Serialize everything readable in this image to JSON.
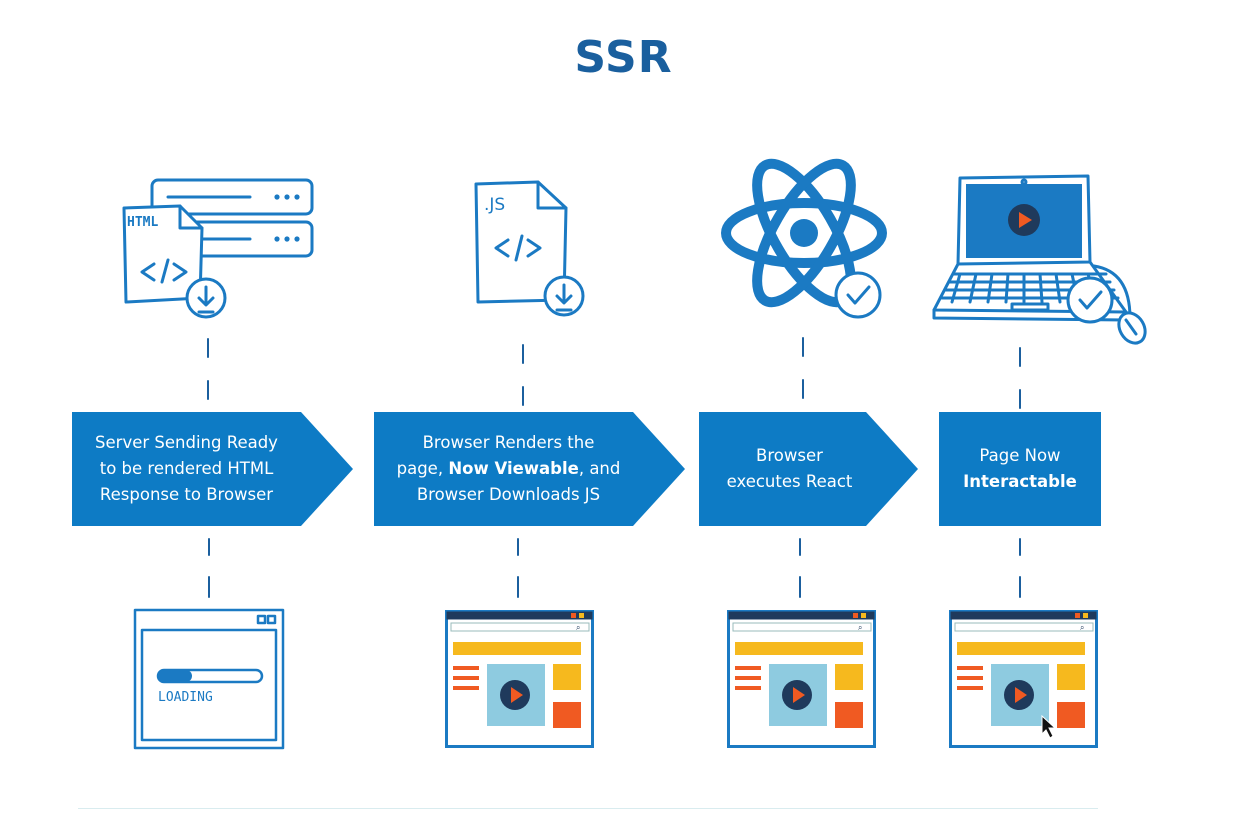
{
  "title": "SSR",
  "steps": [
    {
      "line1": "Server Sending Ready",
      "line2": "to be rendered HTML",
      "line3": "Response to Browser"
    },
    {
      "line1": "Browser Renders the",
      "line2a": "page, ",
      "line2b": "Now Viewable",
      "line2c": ", and",
      "line3": "Browser Downloads JS"
    },
    {
      "line1": "Browser",
      "line2": "executes React"
    },
    {
      "line1": "Page Now",
      "line2": "Interactable"
    }
  ],
  "icons": {
    "html_file_label": "HTML",
    "js_file_label": ".JS",
    "code_glyph": "</>",
    "loading_label": "LOADING"
  },
  "colors": {
    "title": "#1a5f9e",
    "step_fill": "#0d7bc5",
    "sketch_blue": "#1b7ac3",
    "dark_navy": "#1f3a5c",
    "accent_yellow": "#f6b91e",
    "accent_orange": "#f05a22",
    "accent_lightblue": "#8ecbe0"
  }
}
